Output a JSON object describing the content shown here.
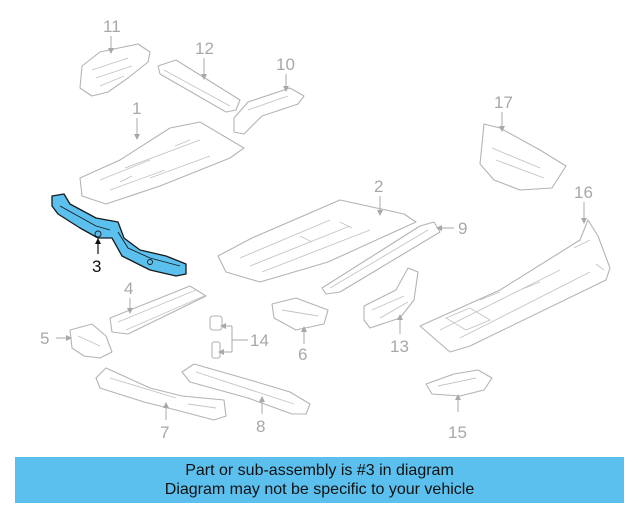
{
  "diagram": {
    "highlight_color": "#5bc0ee",
    "highlighted_part": "3",
    "callouts": {
      "c1": "1",
      "c2": "2",
      "c3": "3",
      "c4": "4",
      "c5": "5",
      "c6": "6",
      "c7": "7",
      "c8": "8",
      "c9": "9",
      "c10": "10",
      "c11": "11",
      "c12": "12",
      "c13": "13",
      "c14": "14",
      "c15": "15",
      "c16": "16",
      "c17": "17"
    }
  },
  "banner": {
    "line1": "Part or sub-assembly is #3 in diagram",
    "line2": "Diagram may not be specific to your vehicle"
  }
}
